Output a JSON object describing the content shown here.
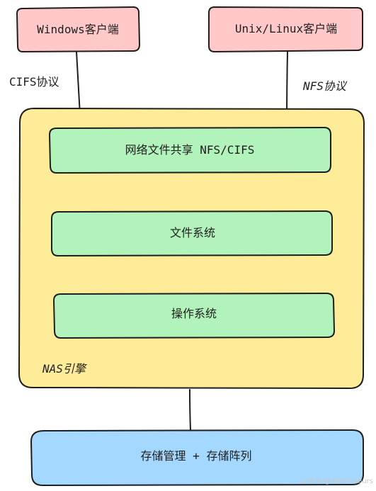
{
  "clients": {
    "windows": "Windows客户端",
    "unix": "Unix/Linux客户端"
  },
  "protocols": {
    "cifs": "CIFS协议",
    "nfs": "NFS协议"
  },
  "engine": {
    "label": "NAS引擎",
    "layers": {
      "sharing": "网络文件共享 NFS/CIFS",
      "filesystem": "文件系统",
      "os": "操作系统"
    }
  },
  "storage": {
    "label": "存储管理 + 存储阵列"
  },
  "watermark": "CSDN @10000hours",
  "colors": {
    "client_fill": "#ffc9c9",
    "engine_fill": "#ffec99",
    "layer_fill": "#b2f2bb",
    "storage_fill": "#a5d8ff",
    "stroke": "#1e1e1e"
  }
}
